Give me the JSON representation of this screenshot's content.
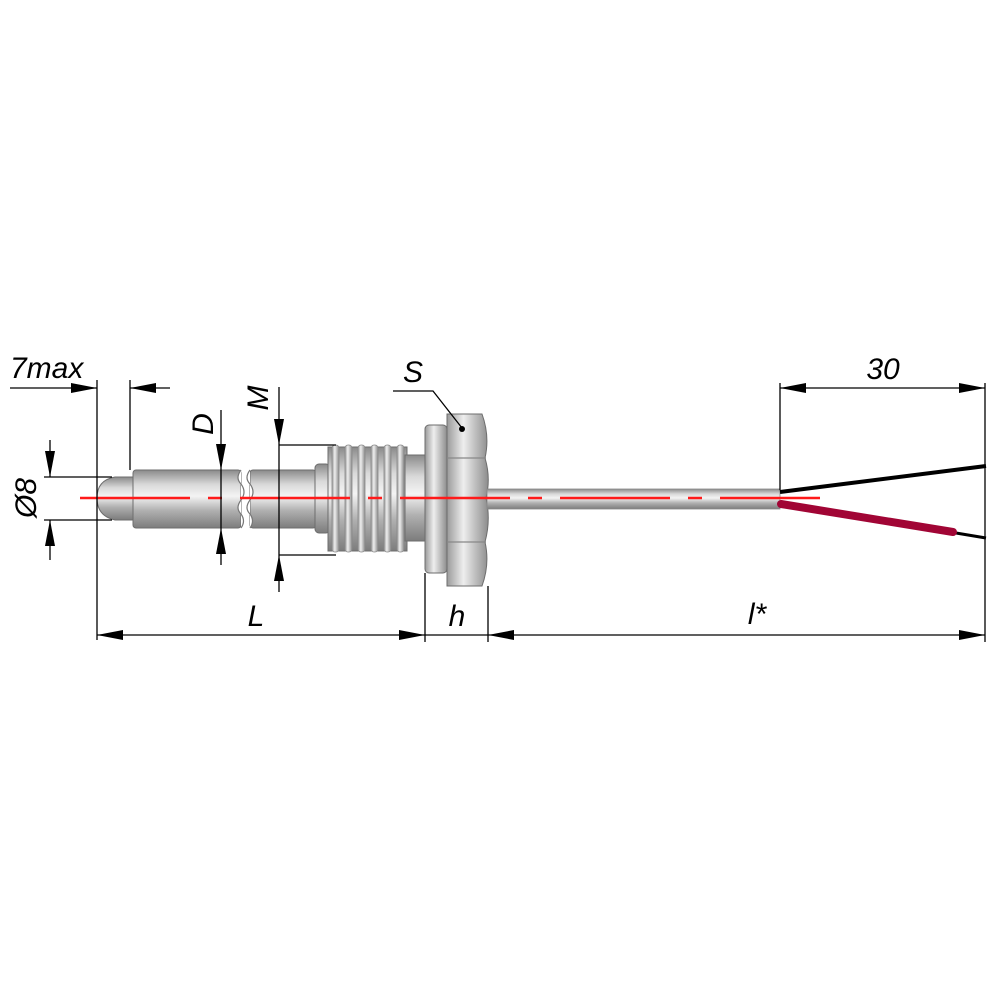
{
  "title": "Thermocouple / RTD probe with threaded fitting — dimension drawing",
  "labels": {
    "tip_max": "7max",
    "diameter": "Ø8",
    "d": "D",
    "m": "M",
    "s": "S",
    "l": "L",
    "h": "h",
    "cable_length": "l*",
    "lead_length": "30"
  },
  "colors": {
    "centerline": "#ff1a1a",
    "wire_red": "#a10535",
    "wire_black": "#000000",
    "steel": "#b8b8b8"
  }
}
